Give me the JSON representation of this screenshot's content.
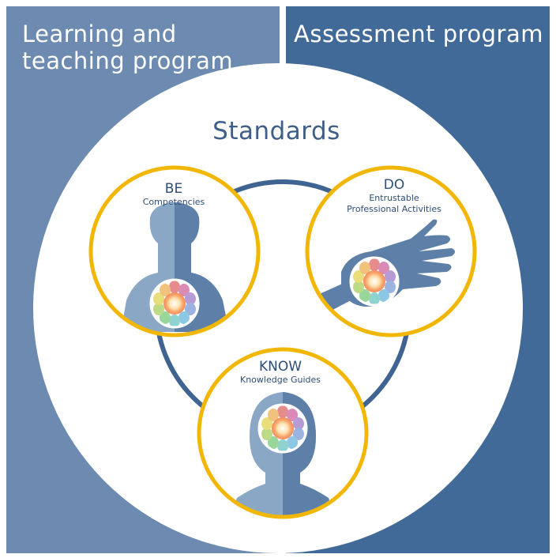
{
  "panels": {
    "left_title": "Learning and teaching program",
    "right_title": "Assessment program"
  },
  "center": {
    "title": "Standards"
  },
  "nodes": {
    "be": {
      "title": "BE",
      "subtitle": "Competencies"
    },
    "do": {
      "title": "DO",
      "subtitle_line1": "Entrustable",
      "subtitle_line2": "Professional Activities"
    },
    "know": {
      "title": "KNOW",
      "subtitle": "Knowledge Guides"
    }
  },
  "colors": {
    "left_panel": "#6d8bb0",
    "right_panel": "#426a98",
    "ring_border": "#f2b705",
    "connector": "#3f6491",
    "figure_light": "#8aa7c6",
    "figure_dark": "#5e80a8"
  },
  "icons": [
    "person-bust-icon",
    "hand-icon",
    "head-icon",
    "color-wheel-icon"
  ]
}
